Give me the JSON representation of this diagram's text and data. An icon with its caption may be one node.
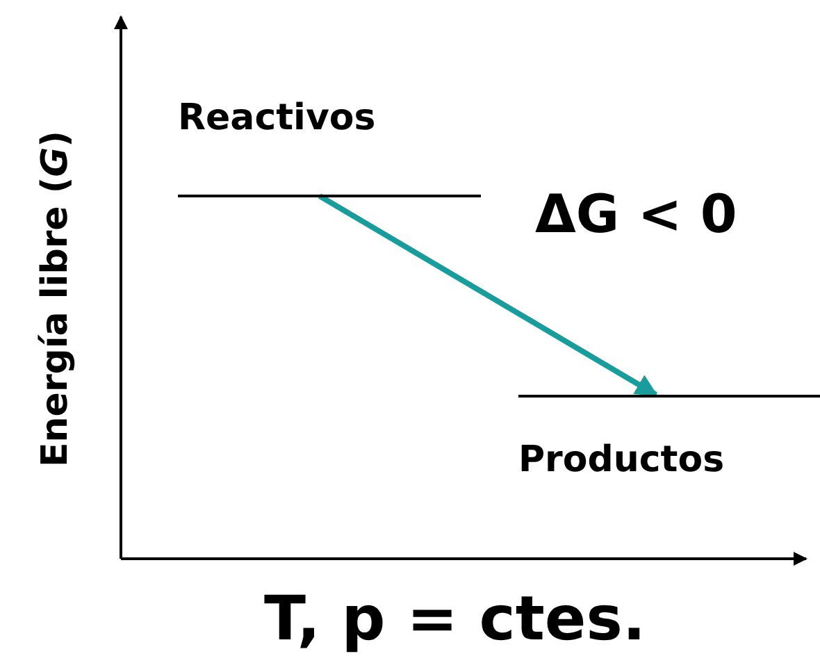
{
  "diagram": {
    "nodes": [
      {
        "text": [
          "Reactivos"
        ]
      },
      {
        "text": [
          "Productos"
        ]
      }
    ],
    "edges": [
      {
        "from": 0,
        "to": 1,
        "arrow": "to",
        "color": "#1a9c9c"
      }
    ],
    "labels": [
      "Energía libre (*G*)",
      "ΔG < 0",
      "T, p = ctes."
    ]
  }
}
